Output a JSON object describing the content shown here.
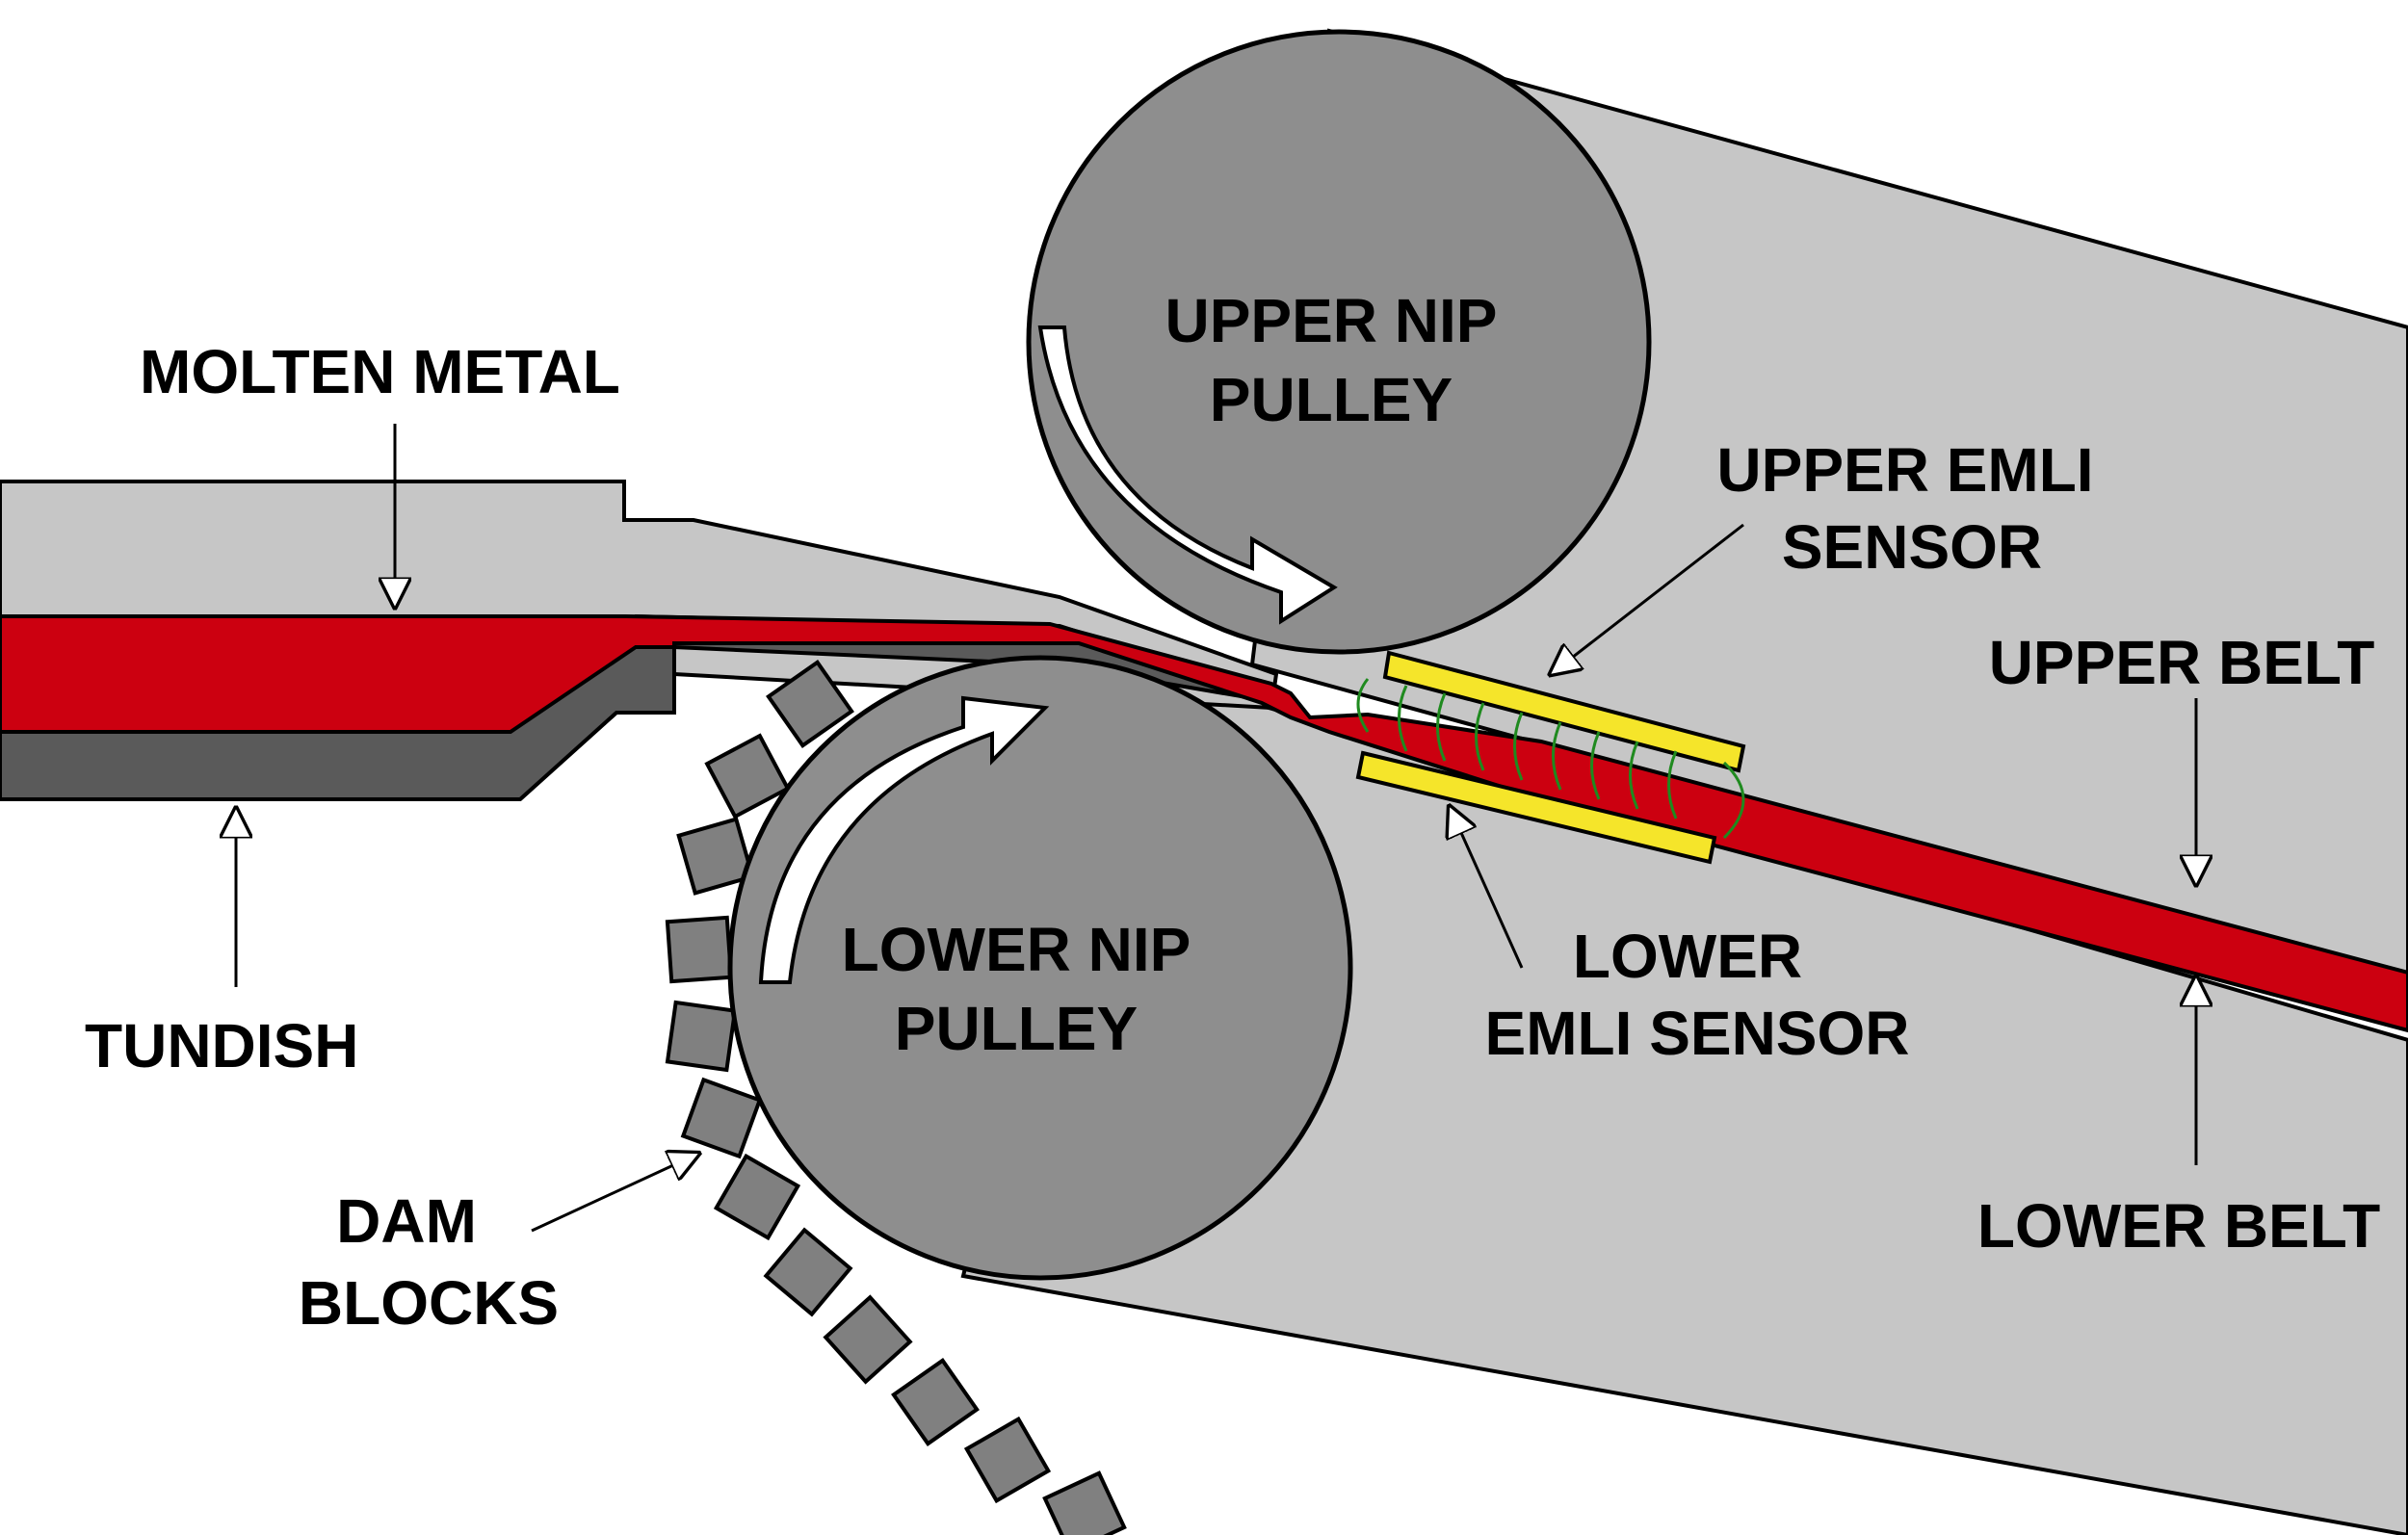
{
  "labels": {
    "molten_metal": "MOLTEN METAL",
    "tundish": "TUNDISH",
    "upper_nip_pulley_1": "UPPER NIP",
    "upper_nip_pulley_2": "PULLEY",
    "lower_nip_pulley_1": "LOWER NIP",
    "lower_nip_pulley_2": "PULLEY",
    "upper_emli_1": "UPPER EMLI",
    "upper_emli_2": "SENSOR",
    "lower_emli_1": "LOWER",
    "lower_emli_2": "EMLI SENSOR",
    "upper_belt": "UPPER BELT",
    "lower_belt": "LOWER BELT",
    "dam_blocks_1": "DAM",
    "dam_blocks_2": "BLOCKS"
  },
  "colors": {
    "molten": "#cc0010",
    "tundish": "#5a5a5a",
    "belt": "#c6c6c6",
    "pulley": "#8e8e8e",
    "sensor": "#f5e52a",
    "field_lines": "#1f8a1f",
    "dam_block": "#808080"
  }
}
